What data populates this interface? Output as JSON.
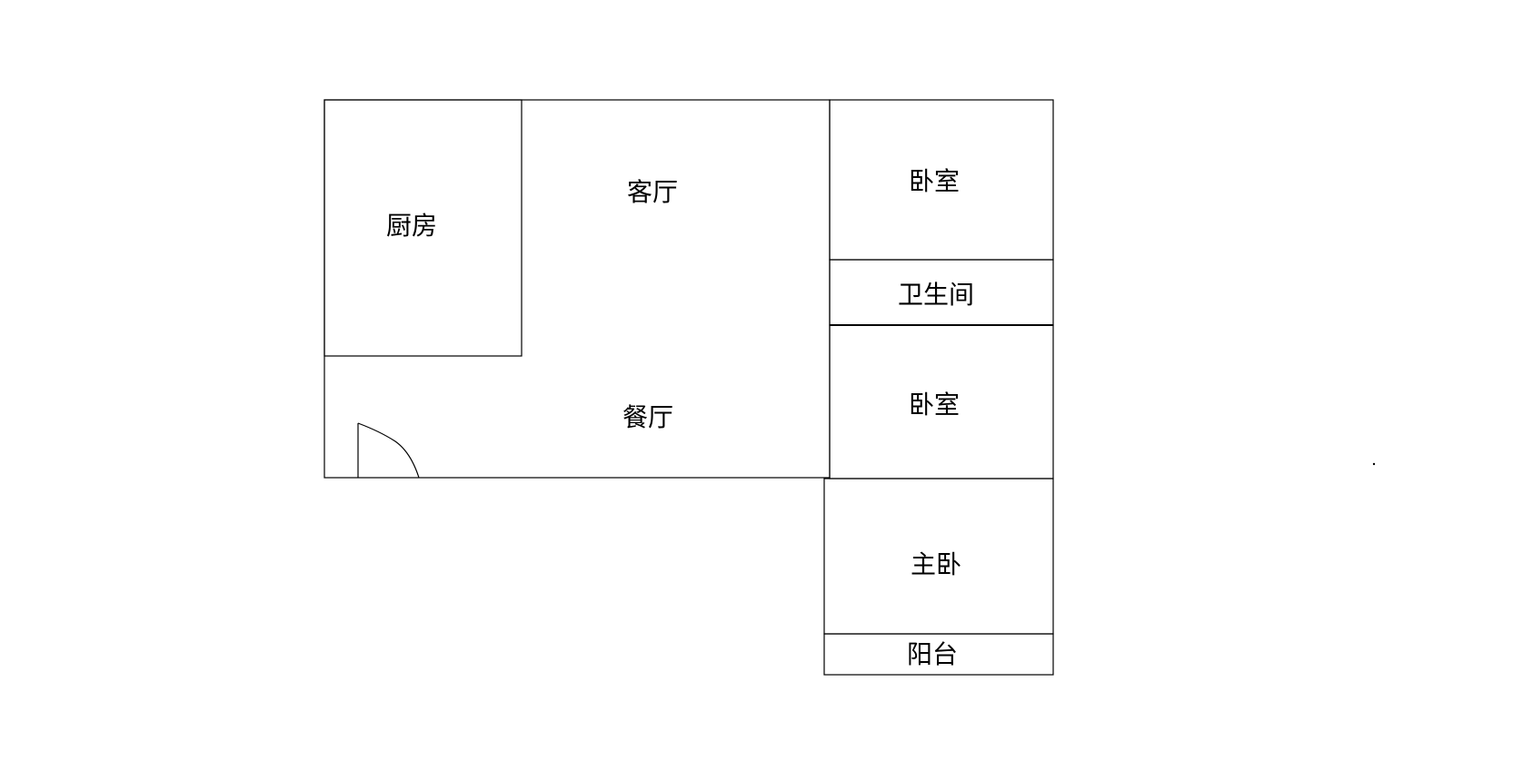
{
  "floorplan": {
    "rooms": {
      "kitchen": "厨房",
      "living_room": "客厅",
      "dining_room": "餐厅",
      "bedroom_1": "卧室",
      "bathroom": "卫生间",
      "bedroom_2": "卧室",
      "master_bedroom": "主卧",
      "balcony": "阳台"
    },
    "colors": {
      "line": "#000000",
      "background": "#ffffff"
    }
  }
}
